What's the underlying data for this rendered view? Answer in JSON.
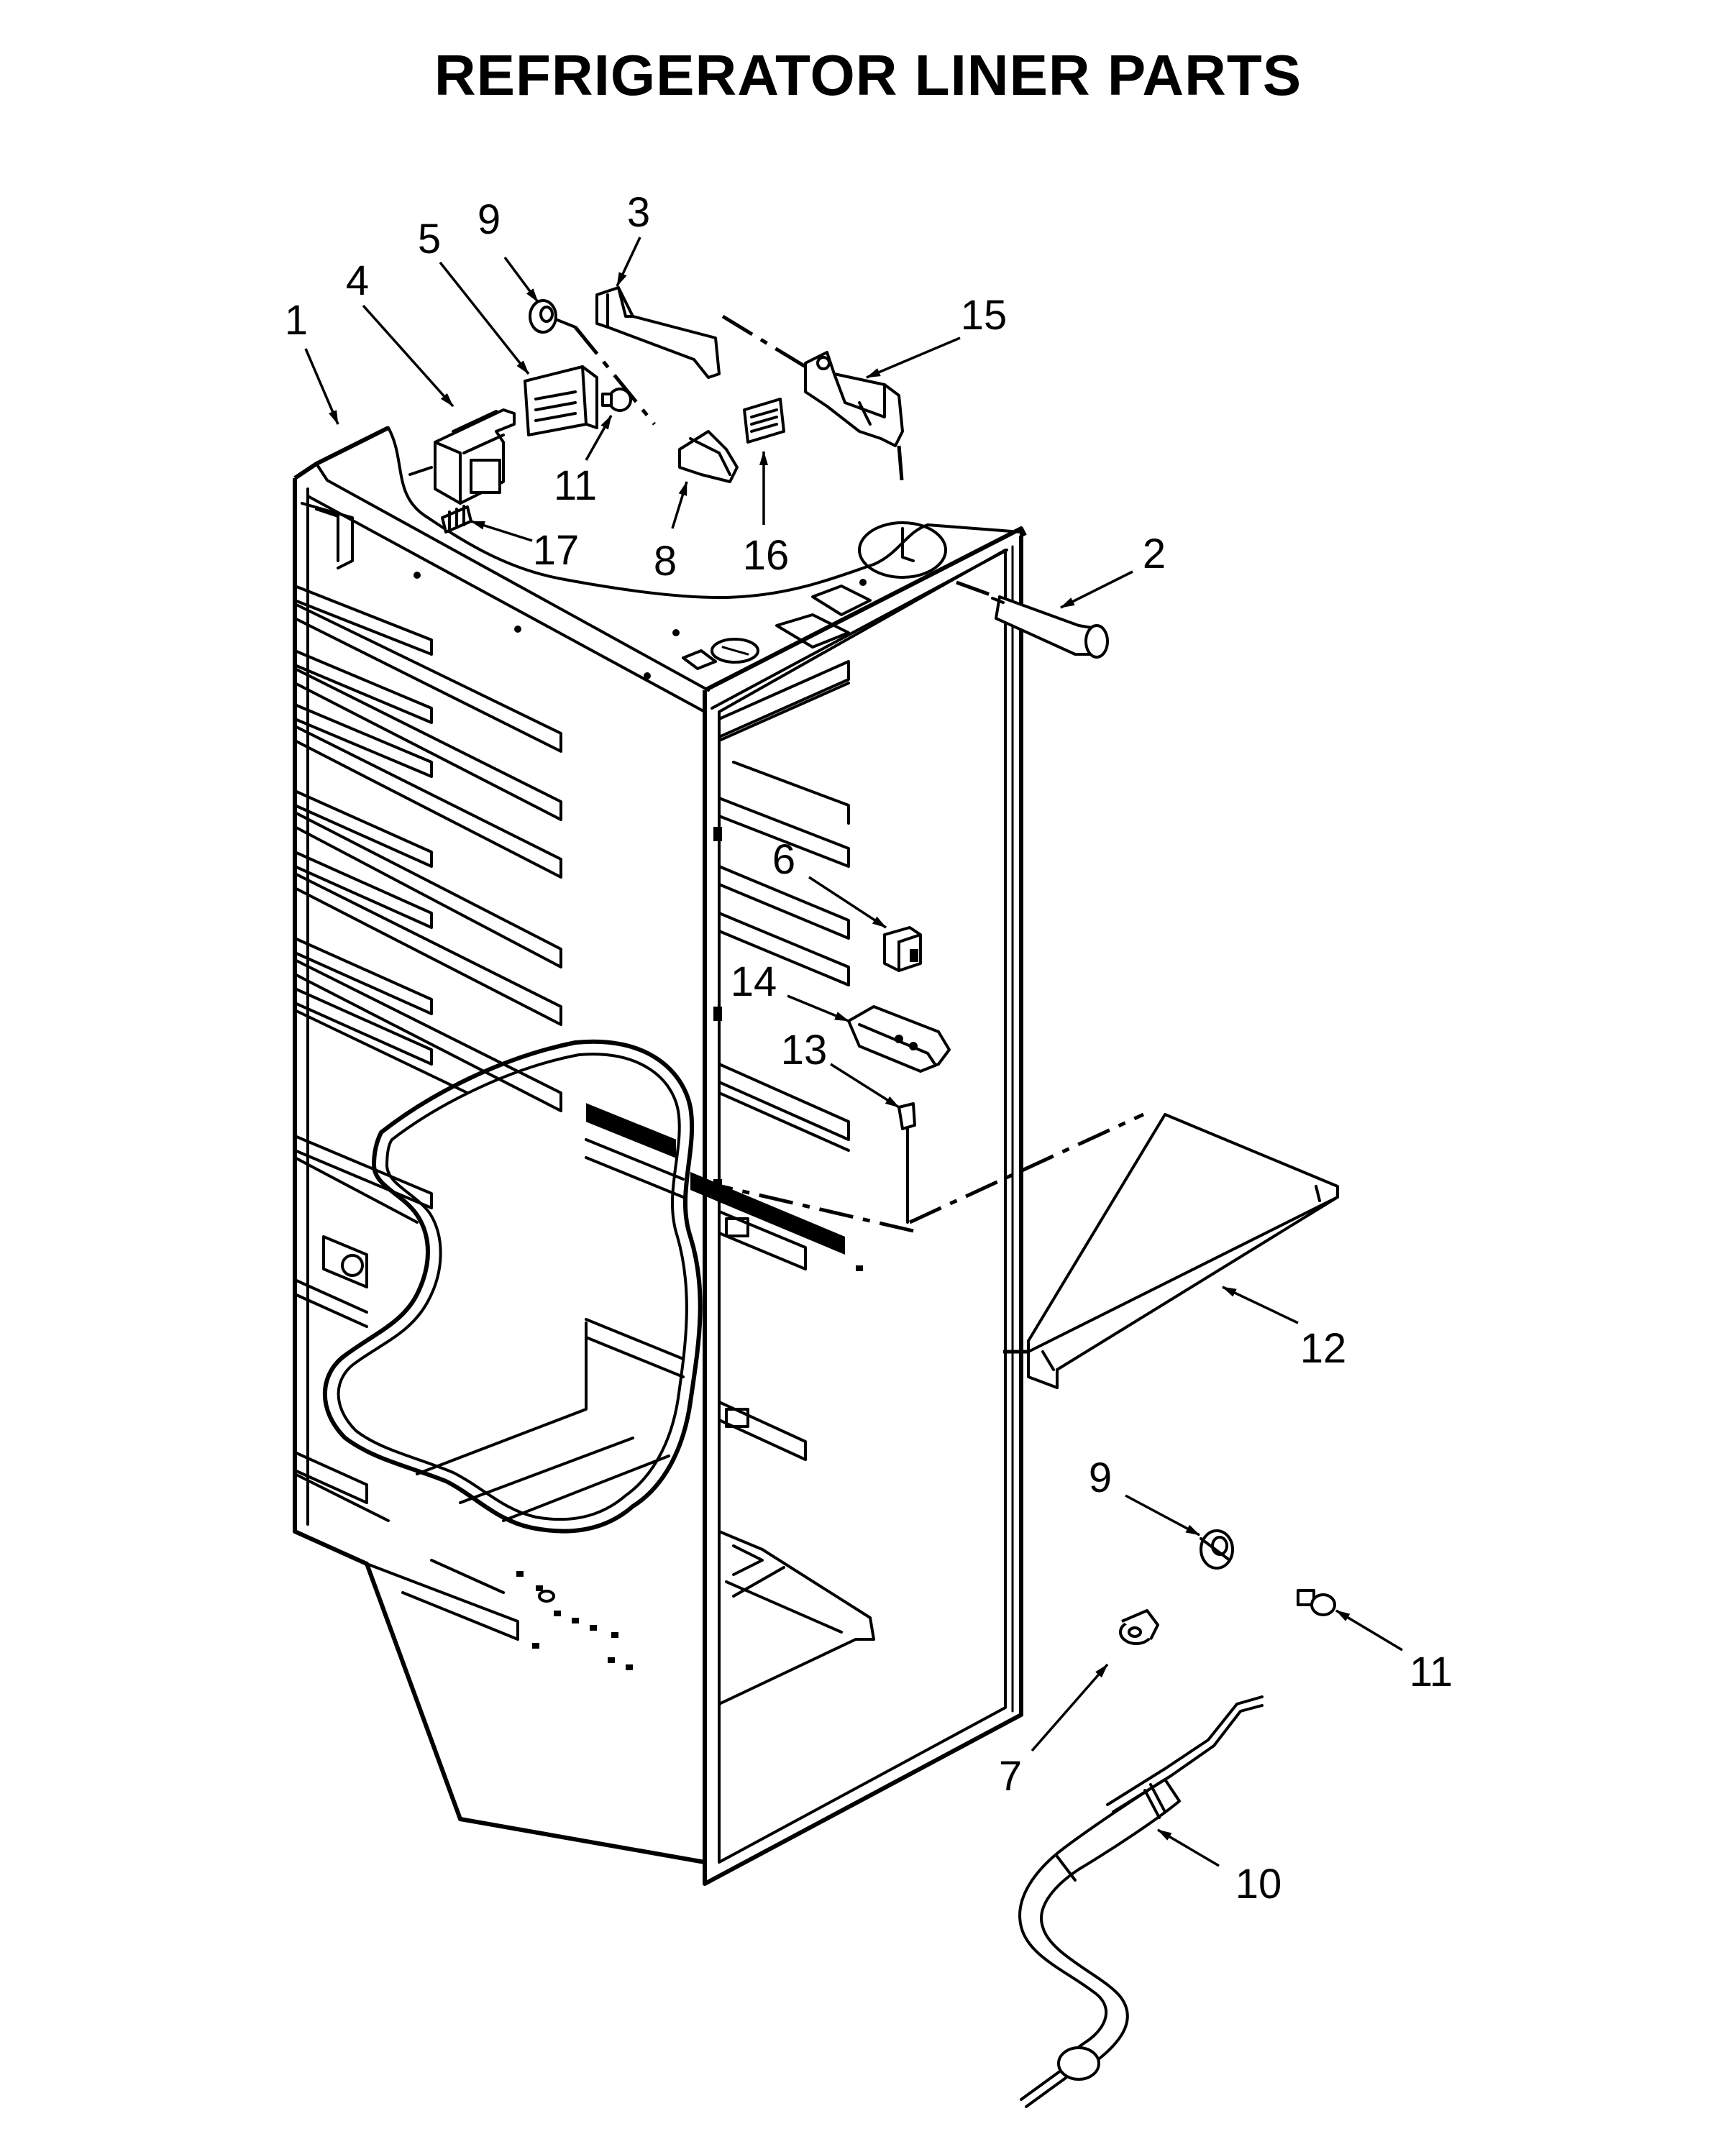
{
  "title": "REFRIGERATOR LINER PARTS",
  "callouts": [
    {
      "id": "c1",
      "label": "1"
    },
    {
      "id": "c4",
      "label": "4"
    },
    {
      "id": "c5",
      "label": "5"
    },
    {
      "id": "c9a",
      "label": "9"
    },
    {
      "id": "c3",
      "label": "3"
    },
    {
      "id": "c15",
      "label": "15"
    },
    {
      "id": "c11a",
      "label": "11"
    },
    {
      "id": "c17",
      "label": "17"
    },
    {
      "id": "c8",
      "label": "8"
    },
    {
      "id": "c16",
      "label": "16"
    },
    {
      "id": "c2",
      "label": "2"
    },
    {
      "id": "c6",
      "label": "6"
    },
    {
      "id": "c14",
      "label": "14"
    },
    {
      "id": "c13",
      "label": "13"
    },
    {
      "id": "c12",
      "label": "12"
    },
    {
      "id": "c9b",
      "label": "9"
    },
    {
      "id": "c11b",
      "label": "11"
    },
    {
      "id": "c7",
      "label": "7"
    },
    {
      "id": "c10",
      "label": "10"
    }
  ]
}
